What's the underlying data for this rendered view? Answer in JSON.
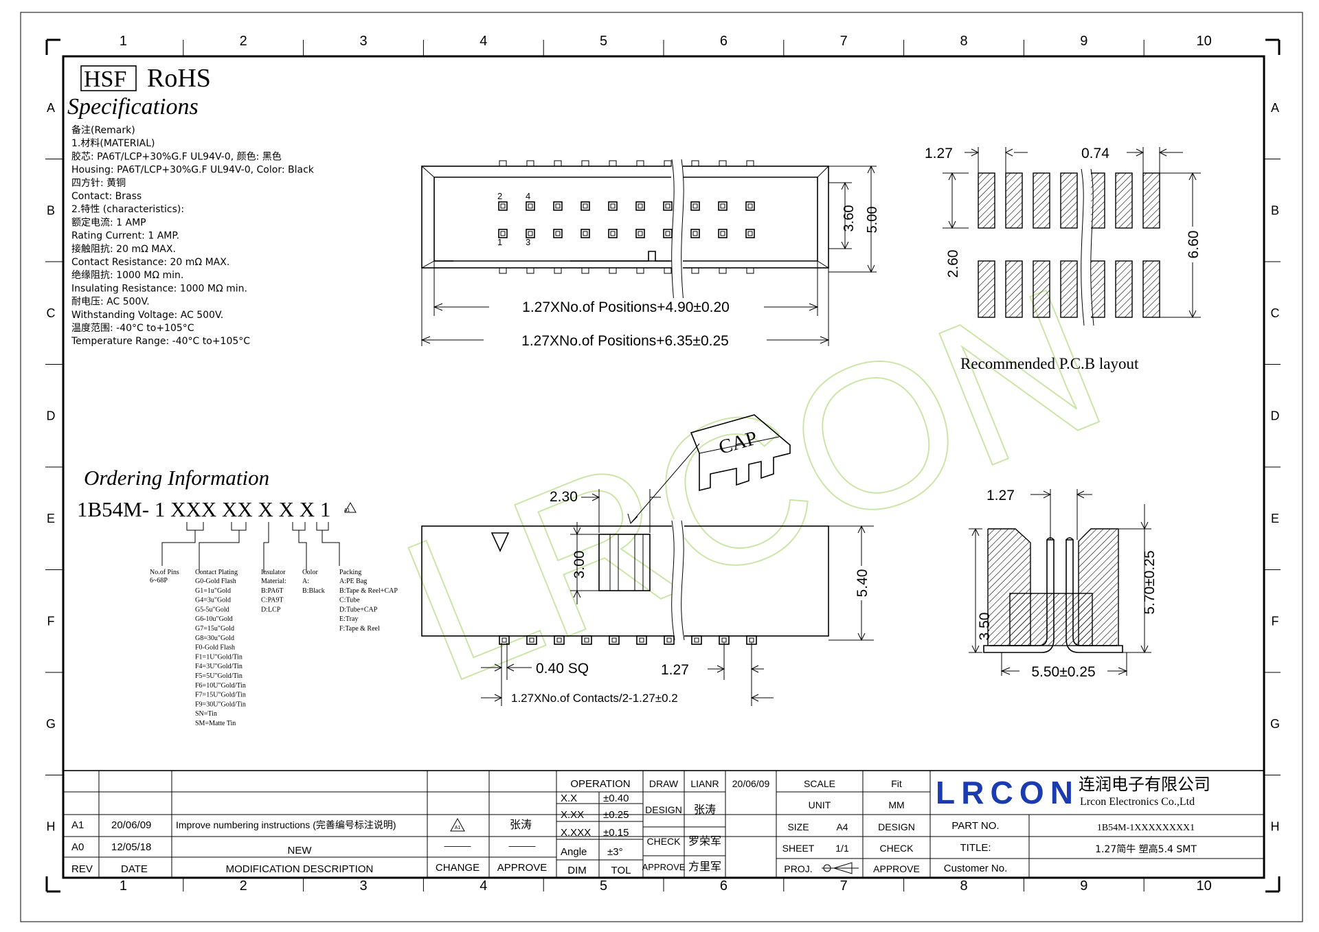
{
  "border": {
    "cols": [
      "1",
      "2",
      "3",
      "4",
      "5",
      "6",
      "7",
      "8",
      "9",
      "10"
    ],
    "rows": [
      "A",
      "B",
      "C",
      "D",
      "E",
      "F",
      "G",
      "H"
    ]
  },
  "header": {
    "hsf": "HSF",
    "rohs": "RoHS",
    "title": "Specifications"
  },
  "remarks": [
    "备注(Remark)",
    "1.材料(MATERIAL)",
    "胶芯: PA6T/LCP+30%G.F UL94V-0, 颜色: 黑色",
    "Housing: PA6T/LCP+30%G.F UL94V-0, Color: Black",
    "四方针: 黄铜",
    "Contact: Brass",
    "2.特性 (characteristics):",
    "额定电流: 1 AMP",
    "Rating Current: 1 AMP.",
    "接触阻抗: 20 mΩ MAX.",
    "Contact Resistance: 20 mΩ MAX.",
    "绝缘阻抗: 1000 MΩ min.",
    "Insulating Resistance: 1000 MΩ min.",
    "耐电压: AC 500V.",
    "Withstanding Voltage: AC 500V.",
    "温度范围: -40°C to+105°C",
    "Temperature Range: -40°C to+105°C"
  ],
  "ordering": {
    "title": "Ordering Information",
    "code": "1B54M- 1 XXX XX X X X 1",
    "revision_mark": "A1",
    "pins": {
      "head": "No.of Pins",
      "items": [
        "6~68P"
      ]
    },
    "plating": {
      "head": "Contact Plating",
      "items": [
        "G0-Gold Flash",
        "G1=1u\"Gold",
        "G4=3u\"Gold",
        "G5-5u\"Gold",
        "G6-10u\"Gold",
        "G7=15u\"Gold",
        "G8=30u\"Gold",
        "F0-Gold Flash",
        "F1=1U\"Gold/Tin",
        "F4=3U\"Gold/Tin",
        "F5=5U\"Gold/Tin",
        "F6=10U\"Gold/Tin",
        "F7=15U\"Gold/Tin",
        "F9=30U\"Gold/Tin",
        "SN=Tin",
        "SM=Matte Tin"
      ]
    },
    "insulator": {
      "head": "Insulator",
      "items": [
        "Material:",
        "B:PA6T",
        "C:PA9T",
        "D:LCP"
      ]
    },
    "color": {
      "head": "Color",
      "items": [
        "A:",
        "B:Black"
      ]
    },
    "packing": {
      "head": "Packing",
      "items": [
        "A:PE Bag",
        "B:Tape & Reel+CAP",
        "C:Tube",
        "D:Tube+CAP",
        "E:Tray",
        "F:Tape & Reel"
      ]
    }
  },
  "top_view": {
    "pin_labels": [
      "2",
      "4",
      "1",
      "3"
    ],
    "dim_height_inner": "3.60",
    "dim_height_outer": "5.00",
    "dim_length_inner": "1.27XNo.of  Positions+4.90±0.20",
    "dim_length_outer": "1.27XNo.of  Positions+6.35±0.25"
  },
  "pcb": {
    "pitch": "1.27",
    "pad_width": "0.74",
    "pad_length": "2.60",
    "span": "6.60",
    "caption": "Recommended P.C.B layout"
  },
  "side_view": {
    "cap_label": "CAP",
    "dim_cap_width": "2.30",
    "dim_pin_height": "3.00",
    "dim_total_height": "5.40",
    "dim_pin_sq": "0.40  SQ",
    "dim_pitch": "1.27",
    "dim_contacts": "1.27XNo.of  Contacts/2-1.27±0.2"
  },
  "end_view": {
    "dim_pitch": "1.27",
    "dim_height": "5.70±0.25",
    "dim_base": "3.50",
    "dim_width": "5.50±0.25"
  },
  "watermark": "LRCON",
  "title_block": {
    "revisions": [
      {
        "rev": "A1",
        "date": "20/06/09",
        "desc": "Improve numbering instructions (完善编号标注说明)",
        "change": "A1",
        "approve": "张涛"
      },
      {
        "rev": "A0",
        "date": "12/05/18",
        "desc": "NEW",
        "change": "———",
        "approve": "———"
      }
    ],
    "rev_head": "REV",
    "date_head": "DATE",
    "desc_head": "MODIFICATION DESCRIPTION",
    "change_head": "CHANGE",
    "approve_head": "APPROVE",
    "operation": "OPERATION",
    "tolerances": [
      {
        "dim": "X.X",
        "tol": "±0.40"
      },
      {
        "dim": "X.XX",
        "tol": "±0.25"
      },
      {
        "dim": "X.XXX",
        "tol": "±0.15"
      },
      {
        "dim": "Angle",
        "tol": "±3°"
      }
    ],
    "dim_head": "DIM",
    "tol_head": "TOL",
    "draw": "DRAW",
    "draw_name": "LIANR",
    "draw_date": "20/06/09",
    "design": "DESIGN",
    "design_name": "张涛",
    "check": "CHECK",
    "check_name": "罗荣军",
    "approve": "APPROVE",
    "approve_name": "方里军",
    "scale": "SCALE",
    "scale_val": "Fit",
    "unit": "UNIT",
    "unit_val": "MM",
    "size": "SIZE",
    "size_val": "A4",
    "sheet": "SHEET",
    "sheet_val": "1/1",
    "proj": "PROJ.",
    "design2": "DESIGN",
    "check2": "CHECK",
    "approve2": "APPROVE",
    "company_logo": "LRCON",
    "company_cn": "连润电子有限公司",
    "company_en": "Lrcon Electronics Co.,Ltd",
    "part_no_label": "PART NO.",
    "part_no": "1B54M-1XXXXXXXX1",
    "title_label": "TITLE:",
    "title_val": "1.27简牛 塑高5.4 SMT",
    "customer_label": "Customer No."
  }
}
